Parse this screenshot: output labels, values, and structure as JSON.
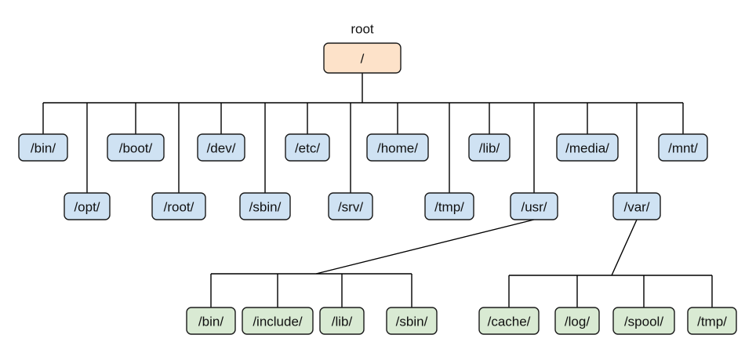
{
  "caption": "root",
  "colors": {
    "root_fill": "#fde2c9",
    "level1_fill": "#cfe2f3",
    "level2_fill": "#d9ead3",
    "stroke": "#1a1a1a",
    "edge": "#000000"
  },
  "root": {
    "label": "/"
  },
  "level1": [
    {
      "id": "bin",
      "label": "/bin/"
    },
    {
      "id": "opt",
      "label": "/opt/"
    },
    {
      "id": "boot",
      "label": "/boot/"
    },
    {
      "id": "root",
      "label": "/root/"
    },
    {
      "id": "dev",
      "label": "/dev/"
    },
    {
      "id": "sbin",
      "label": "/sbin/"
    },
    {
      "id": "etc",
      "label": "/etc/"
    },
    {
      "id": "srv",
      "label": "/srv/"
    },
    {
      "id": "home",
      "label": "/home/"
    },
    {
      "id": "tmp",
      "label": "/tmp/"
    },
    {
      "id": "lib",
      "label": "/lib/"
    },
    {
      "id": "usr",
      "label": "/usr/"
    },
    {
      "id": "media",
      "label": "/media/"
    },
    {
      "id": "var",
      "label": "/var/"
    },
    {
      "id": "mnt",
      "label": "/mnt/"
    }
  ],
  "usr_children": [
    {
      "id": "usr-bin",
      "label": "/bin/"
    },
    {
      "id": "usr-include",
      "label": "/include/"
    },
    {
      "id": "usr-lib",
      "label": "/lib/"
    },
    {
      "id": "usr-sbin",
      "label": "/sbin/"
    }
  ],
  "var_children": [
    {
      "id": "var-cache",
      "label": "/cache/"
    },
    {
      "id": "var-log",
      "label": "/log/"
    },
    {
      "id": "var-spool",
      "label": "/spool/"
    },
    {
      "id": "var-tmp",
      "label": "/tmp/"
    }
  ]
}
